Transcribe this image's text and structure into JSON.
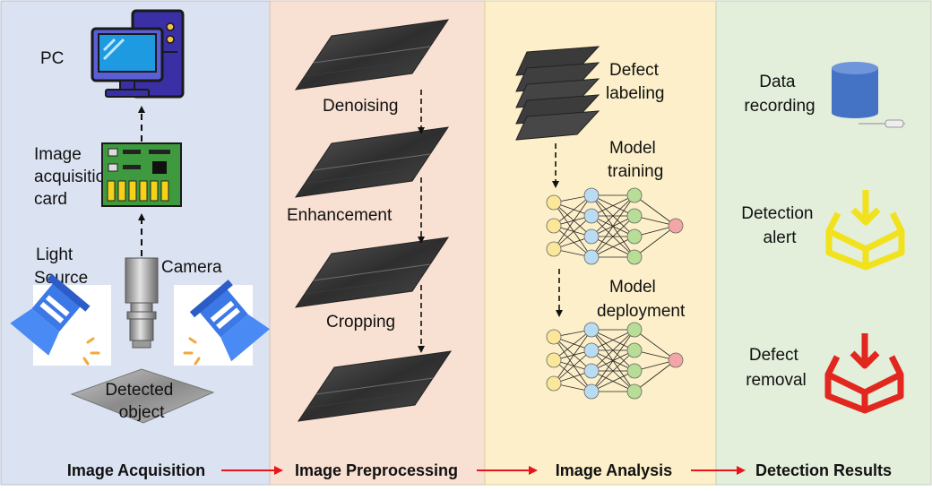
{
  "colors": {
    "panel_acquisition": "#dbe2f1",
    "panel_preprocessing": "#f8e0d2",
    "panel_analysis": "#fcefc9",
    "panel_results": "#e3eedb",
    "arrow_red": "#e8141c",
    "database_blue": "#4472c4",
    "alert_yellow": "#f2e21d",
    "removal_red": "#e1271e",
    "nn_input": "#fbe79a",
    "nn_hidden1": "#b9dcf2",
    "nn_hidden2": "#b7dd97",
    "nn_output": "#f4a6a6"
  },
  "sections": {
    "acquisition": {
      "title": "Image Acquisition",
      "pc_label": "PC",
      "card_label": [
        "Image",
        "acquisition",
        "card"
      ],
      "light_label": [
        "Light",
        "Source"
      ],
      "camera_label": "Camera",
      "object_label": [
        "Detected",
        "object"
      ]
    },
    "preprocessing": {
      "title": "Image Preprocessing",
      "steps": [
        "Denoising",
        "Enhancement",
        "Cropping"
      ]
    },
    "analysis": {
      "title": "Image Analysis",
      "labeling": [
        "Defect",
        "labeling"
      ],
      "training": [
        "Model",
        "training"
      ],
      "deployment": [
        "Model",
        "deployment"
      ]
    },
    "results": {
      "title": "Detection Results",
      "items": [
        {
          "label": [
            "Data",
            "recording"
          ],
          "icon": "database-icon"
        },
        {
          "label": [
            "Detection",
            "alert"
          ],
          "icon": "box-arrow-yellow-icon"
        },
        {
          "label": [
            "Defect",
            "removal"
          ],
          "icon": "box-arrow-red-icon"
        }
      ]
    }
  }
}
